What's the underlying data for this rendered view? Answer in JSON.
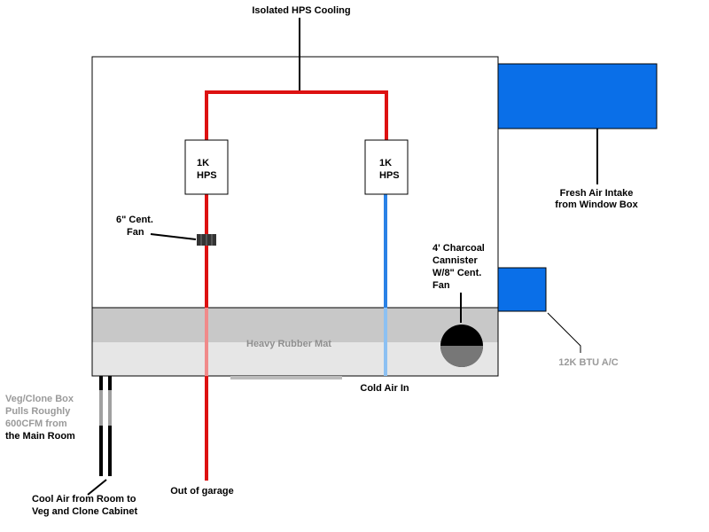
{
  "title": "Isolated HPS Cooling",
  "lamps": [
    {
      "line1": "1K",
      "line2": "HPS"
    },
    {
      "line1": "1K",
      "line2": "HPS"
    }
  ],
  "fan_6": {
    "line1": "6\" Cent.",
    "line2": "Fan"
  },
  "fresh_air": {
    "line1": "Fresh Air Intake",
    "line2": "from Window Box"
  },
  "charcoal": {
    "line1": "4' Charcoal",
    "line2": "Cannister",
    "line3": "W/8\" Cent.",
    "line4": "Fan"
  },
  "mat_label": "Heavy Rubber Mat",
  "ac_label": "12K BTU A/C",
  "cold_air_in": "Cold Air In",
  "out_of_garage": "Out of garage",
  "veg_box": {
    "line1": "Veg/Clone Box",
    "line2": "Pulls Roughly",
    "line3": "600CFM from",
    "line4": "the Main Room"
  },
  "cool_air": {
    "line1": "Cool Air from Room to",
    "line2": "Veg and Clone Cabinet"
  },
  "colors": {
    "hot_duct": "#dd1111",
    "cold_duct": "#2a82e6",
    "intake": "#0a6fe8",
    "mat": "#c8c8c8"
  }
}
